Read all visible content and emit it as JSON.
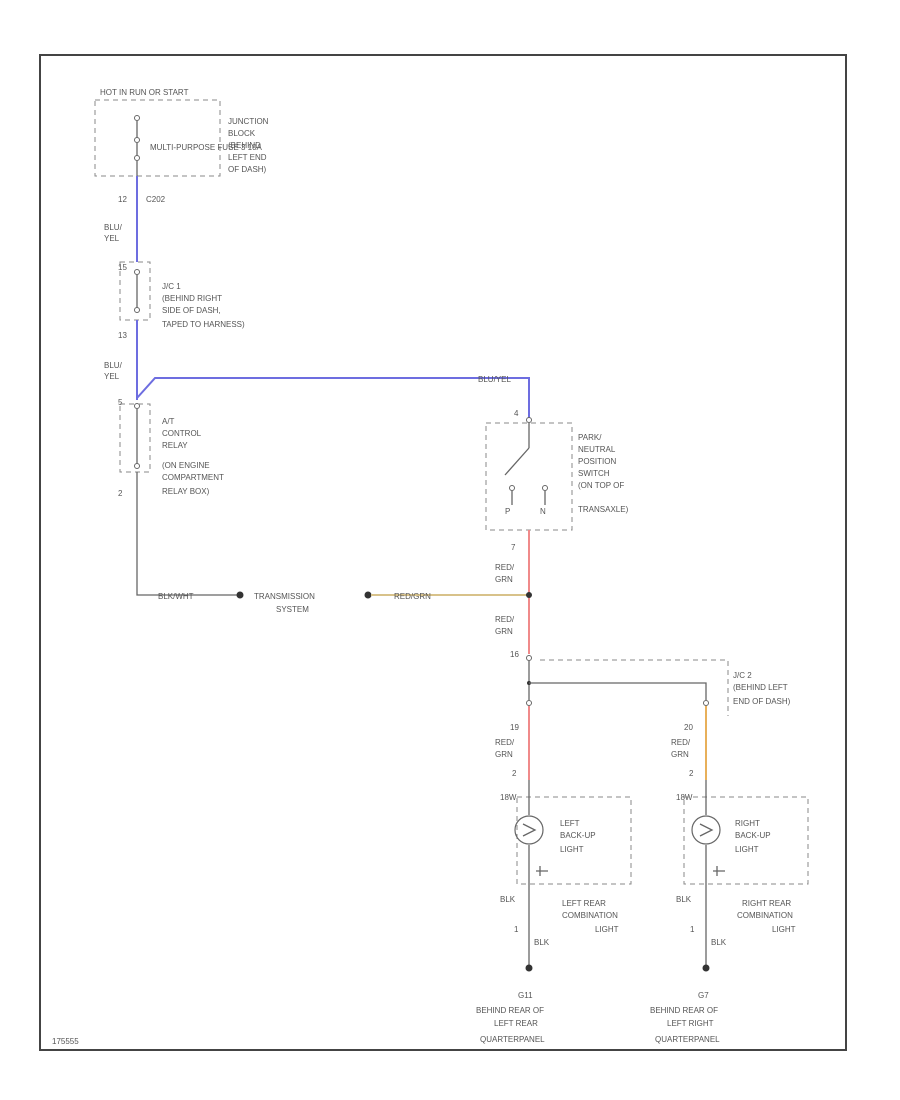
{
  "diagram": {
    "source_label": "HOT IN RUN OR START",
    "junction_block": {
      "fuse": "MULTI-PURPOSE FUSE 3 10A",
      "location": [
        "JUNCTION",
        "BLOCK",
        "(BEHIND",
        "LEFT END",
        "OF DASH)"
      ],
      "pin": "12",
      "connector": "C202"
    },
    "wire_blu_yel": [
      "BLU/",
      "YEL"
    ],
    "jc1": {
      "pin_top": "15",
      "pin_bottom": "13",
      "lines": [
        "J/C 1",
        "(BEHIND RIGHT",
        "SIDE OF DASH,",
        "TAPED TO HARNESS)"
      ]
    },
    "wire_blu_yel_2": [
      "BLU/",
      "YEL"
    ],
    "branch_wire_label": "BLU/YEL",
    "relay": {
      "pin_top": "5",
      "pin_bottom": "2",
      "lines": [
        "A/T",
        "CONTROL",
        "RELAY",
        "(ON ENGINE",
        "COMPARTMENT",
        "RELAY BOX)"
      ]
    },
    "wire_blk_wht": "BLK/WHT",
    "transmission": [
      "TRANSMISSION",
      "SYSTEM"
    ],
    "wire_red_grn_h": "RED/GRN",
    "switch": {
      "pin_top": "4",
      "pin_bottom": "7",
      "contact_p": "P",
      "contact_n": "N",
      "lines": [
        "PARK/",
        "NEUTRAL",
        "POSITION",
        "SWITCH",
        "(ON TOP OF",
        "TRANSAXLE)"
      ]
    },
    "wire_red_grn_1": [
      "RED/",
      "GRN"
    ],
    "wire_red_grn_2": [
      "RED/",
      "GRN"
    ],
    "jc2": {
      "pin_top": "16",
      "pin_left": "19",
      "pin_right": "20",
      "lines": [
        "J/C 2",
        "(BEHIND LEFT",
        "END OF DASH)"
      ]
    },
    "wire_red_grn_3": [
      "RED/",
      "GRN"
    ],
    "wire_red_grn_4": [
      "RED/",
      "GRN"
    ],
    "left_lamp": {
      "pin": "2",
      "gnd_pin": "1",
      "bulb_size": "18W",
      "lines": [
        "LEFT",
        "BACK-UP",
        "LIGHT"
      ],
      "assembly": [
        "LEFT REAR",
        "COMBINATION",
        "LIGHT"
      ],
      "ground_wire": "BLK",
      "ground_name": "G11",
      "ground_loc": [
        "BEHIND REAR OF",
        "LEFT REAR",
        "QUARTERPANEL"
      ]
    },
    "right_lamp": {
      "pin": "2",
      "gnd_pin": "1",
      "bulb_size": "18W",
      "lines": [
        "RIGHT",
        "BACK-UP",
        "LIGHT"
      ],
      "assembly": [
        "RIGHT REAR",
        "COMBINATION",
        "LIGHT"
      ],
      "ground_wire": "BLK",
      "ground_name": "G7",
      "ground_loc": [
        "BEHIND REAR OF",
        "LEFT RIGHT",
        "QUARTERPANEL"
      ]
    },
    "wire_blk_shared": "BLK",
    "figure_id": "175555",
    "colors": {
      "blu_yel": "#6d6de0",
      "red_grn": "#f08a8a",
      "red_grn_h": "#d8c28a",
      "right_branch": "#e8b05a"
    }
  }
}
